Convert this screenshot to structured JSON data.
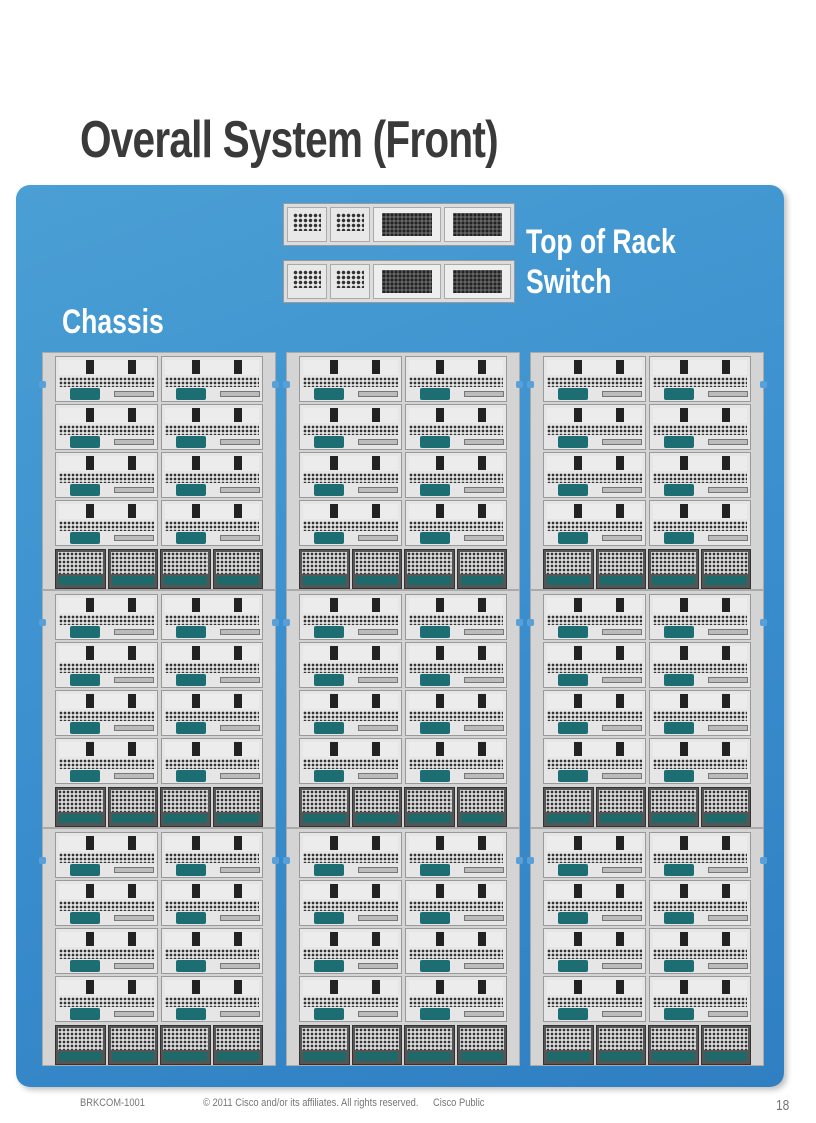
{
  "slide": {
    "title": "Overall System (Front)",
    "labels": {
      "top_of_rack_line1": "Top of Rack",
      "top_of_rack_line2": "Switch",
      "chassis": "Chassis"
    },
    "footer": {
      "session_code": "BRKCOM-1001",
      "copyright": "© 2011 Cisco and/or its affiliates. All rights reserved.",
      "classification": "Cisco Public",
      "page_number": "18"
    },
    "colors": {
      "panel_blue": "#3b8fce",
      "title_gray": "#3a3a3a",
      "blade_handle_teal": "#1d6e72"
    }
  }
}
